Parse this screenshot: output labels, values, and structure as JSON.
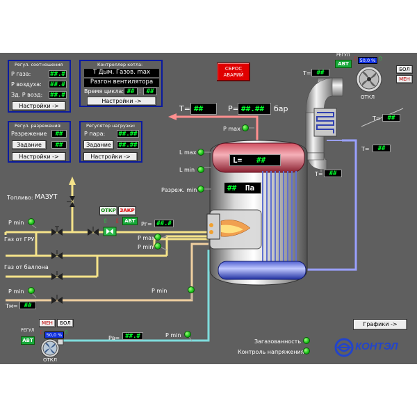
{
  "placeholder": "##.#",
  "colors": {
    "background": "#5f5f5f",
    "panel_border": "#0a1aa0",
    "display_text": "#00ff2a",
    "alarm_red": "#e00000",
    "gas_yellow": "#f5e38a",
    "hot_pipe": "#ff8f8f",
    "steam_blue": "#9aa0ff",
    "water_cyan": "#7fdcdc",
    "led_green": "#18c018"
  },
  "ratio_panel": {
    "title": "Регул. соотношения",
    "gas_pressure_label": "Р газа:",
    "gas_pressure_value": "##.#",
    "air_pressure_label": "Р воздуха:",
    "air_pressure_value": "##.#",
    "setpoint_label": "Зд. Р возд:",
    "setpoint_value": "##.#",
    "settings_button": "Настройки ->"
  },
  "boiler_controller_panel": {
    "title": "Контроллер котла:",
    "status_line1": "Т Дым. Газов. max",
    "status_line2": "Разгон вентилятора",
    "cycle_time_label": "Время цикла:",
    "cycle_time_min": "##",
    "cycle_time_sep": ":",
    "cycle_time_sec": "##",
    "settings_button": "Настройки ->"
  },
  "reset_alarms_button": "СБРОС АВАРИЙ",
  "vacuum_panel": {
    "title": "Регул. разрежения:",
    "vacuum_label": "Разрежение",
    "vacuum_value": "##",
    "setpoint_button": "Задание",
    "setpoint_value": "##",
    "settings_button": "Настройки ->"
  },
  "load_panel": {
    "title": "Регулятор нагрузки:",
    "steam_pressure_label": "Р пара:",
    "steam_pressure_value": "##.##",
    "setpoint_button": "Задание",
    "setpoint_value": "##.##",
    "settings_button": "Настройки ->"
  },
  "boiler": {
    "temperature_label": "Т=",
    "temperature_value": "##",
    "pressure_label": "Р=",
    "pressure_value": "##.##",
    "pressure_unit": "бар",
    "p_max_label": "Р max",
    "l_max_label": "L max",
    "l_min_label": "L min",
    "level_label": "L=",
    "level_value": "##",
    "vacuum_min_label": "Разреж. min",
    "vacuum_value": "##",
    "vacuum_unit": "Па"
  },
  "fuel": {
    "fuel_label": "Топливо:",
    "fuel_type": "МАЗУТ",
    "open_button": "ОТКР",
    "close_button": "ЗАКР",
    "avt_label": "АВТ",
    "pg_label": "Рг=",
    "pg_value": "##.#",
    "p_min_label_1": "Р min",
    "p_max_label": "Р max",
    "p_min_label_2": "Р min",
    "gas_gru_label": "Газ от ГРУ",
    "gas_bottle_label": "Газ от баллона",
    "p_min_label_3": "Р min",
    "p_min_label_4": "Р min",
    "tm_label": "Тм=",
    "tm_value": "##"
  },
  "smoke_fan": {
    "regul_label": "РЕГУЛ",
    "avt_label": "АВТ",
    "percent_value": "50,0 %",
    "bol_button": "БОЛ",
    "men_button": "МЕН",
    "otkl_label": "ОТКЛ",
    "t_label_1": "Т=",
    "t_value_1": "##",
    "t_label_2": "Т=",
    "t_value_2": "##",
    "t_label_3": "Т=",
    "t_value_3": "##",
    "t_label_4": "Т=",
    "t_value_4": "##"
  },
  "air_fan": {
    "regul_label": "РЕГУЛ",
    "avt_label": "АВТ",
    "percent_value": "50,0 %",
    "men_button": "МЕН",
    "bol_button": "БОЛ",
    "otkl_label": "ОТКЛ",
    "pv_label": "Рв=",
    "pv_value": "##.#",
    "p_min_label": "Р min"
  },
  "status": {
    "gas_contamination_label": "Загазованность",
    "voltage_control_label": "Контроль напряжения",
    "graphs_button": "Графики ->"
  },
  "logo": {
    "text": "КОНТЭЛ"
  }
}
